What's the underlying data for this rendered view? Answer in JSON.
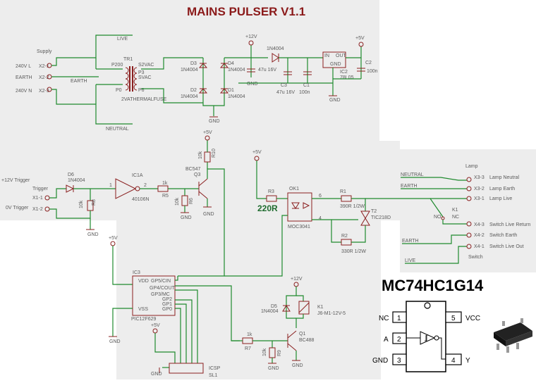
{
  "title": "MAINS PULSER V1.1",
  "supply": {
    "label": "Supply",
    "t1": "240V L",
    "t2": "EARTH",
    "t3": "240V N",
    "x1": "X2-1",
    "x2": "X2-2",
    "x3": "X2-3",
    "earth": "EARTH",
    "live": "LIVE",
    "neutral": "NEUTRAL"
  },
  "transformer": {
    "ref": "TR1",
    "p1": "P200",
    "p2": "P0",
    "s1": "S2VAC",
    "s2": "SVAC",
    "part": "2VATHERMALFUSE",
    "a": "P3",
    "b": "P6"
  },
  "rectifier": {
    "d1": "D1",
    "d2": "D2",
    "d3": "D3",
    "d4": "D4",
    "part": "1N4004",
    "gnd": "GND"
  },
  "regulator": {
    "plus12": "+12V",
    "plus5": "+5V",
    "diode": "1N4004",
    "c_big": "47u 16V",
    "c3": "C3",
    "c3v": "47u 16V",
    "c1": "C1",
    "c1v": "100n",
    "ic": "IC2",
    "icpart": "78L05",
    "in": "IN",
    "out": "OUT",
    "gnd": "GND",
    "c2": "C2",
    "c2v": "100n"
  },
  "trigger": {
    "t12": "+12V Trigger",
    "trig": "Trigger",
    "t0": "0V Trigger",
    "x11": "X1-1",
    "x12": "X1-2",
    "d6": "D6",
    "d6p": "1N4004",
    "r8": "R8",
    "r8v": "10k",
    "ic1": "IC1A",
    "ic1p": "40106N",
    "r5": "R5",
    "r5v": "1k",
    "r6": "R6",
    "r6v": "10k",
    "q3": "Q3",
    "q3p": "BC547",
    "r10": "R10",
    "r10v": "10k",
    "plus5": "+5V",
    "gnd": "GND",
    "one": "1",
    "two": "2"
  },
  "output": {
    "plus5": "+5V",
    "r3": "R3",
    "r3v": "220R",
    "ok1": "OK1",
    "ok1p": "MOC3041",
    "r1": "R1",
    "r1v": "390R 1/2W",
    "r2": "R2",
    "r2v": "330R 1/2W",
    "t2": "T2",
    "t2p": "TIC218D",
    "k1": "K1",
    "nc": "NC",
    "no": "NO",
    "n6": "6",
    "n4": "4"
  },
  "lamp": {
    "lamp": "Lamp",
    "neutral": "NEUTRAL",
    "earth": "EARTH",
    "earth2": "EARTH",
    "live": "LIVE",
    "x33": "X3-3",
    "x32": "X3-2",
    "x31": "X3-1",
    "x43": "X4-3",
    "x42": "X4-2",
    "x41": "X4-1",
    "l1": "Lamp Neutral",
    "l2": "Lamp Earth",
    "l3": "Lamp Live",
    "s1": "Switch Live Return",
    "s2": "Switch Earth",
    "s3": "Switch Live Out",
    "sw": "Switch"
  },
  "mcu": {
    "ic3": "IC3",
    "part": "PIC12F629",
    "vdd": "VDD",
    "vss": "VSS",
    "gp5": "GP5/CIN",
    "gp4": "GP4/COUT",
    "gp3": "GP3/MC",
    "gp2": "GP2",
    "gp1": "GP1",
    "gp0": "GP0",
    "plus5": "+5V",
    "plus5b": "+5V",
    "gnd": "GND",
    "gnd2": "GND",
    "icsp": "ICSP",
    "sl1": "SL1"
  },
  "relay": {
    "plus12": "+12V",
    "d5": "D5",
    "d5p": "1N4004",
    "k1": "K1",
    "k1p": "J6-M1-12V-5",
    "r7": "R7",
    "r7v": "1k",
    "r9": "R9",
    "r9v": "10k",
    "q1": "Q1",
    "q1p": "BC488",
    "gnd": "GND"
  },
  "chip": {
    "name": "MC74HC1G14",
    "p1": "1",
    "p2": "2",
    "p3": "3",
    "p4": "4",
    "p5": "5",
    "nc": "NC",
    "a": "A",
    "gnd": "GND",
    "y": "Y",
    "vcc": "VCC"
  }
}
